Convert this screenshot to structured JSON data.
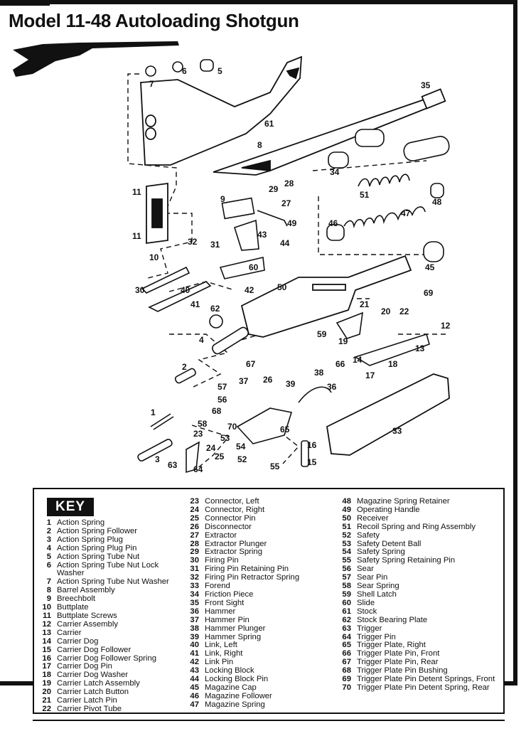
{
  "title": "Model 11-48 Autoloading Shotgun",
  "key": {
    "heading": "KEY",
    "parts": [
      {
        "num": "1",
        "name": "Action Spring"
      },
      {
        "num": "2",
        "name": "Action Spring Follower"
      },
      {
        "num": "3",
        "name": "Action Spring Plug"
      },
      {
        "num": "4",
        "name": "Action Spring Plug Pin"
      },
      {
        "num": "5",
        "name": "Action Spring Tube Nut"
      },
      {
        "num": "6",
        "name": "Action Spring Tube Nut Lock Washer"
      },
      {
        "num": "7",
        "name": "Action Spring Tube Nut Washer"
      },
      {
        "num": "8",
        "name": "Barrel Assembly"
      },
      {
        "num": "9",
        "name": "Breechbolt"
      },
      {
        "num": "10",
        "name": "Buttplate"
      },
      {
        "num": "11",
        "name": "Buttplate Screws"
      },
      {
        "num": "12",
        "name": "Carrier Assembly"
      },
      {
        "num": "13",
        "name": "Carrier"
      },
      {
        "num": "14",
        "name": "Carrier Dog"
      },
      {
        "num": "15",
        "name": "Carrier Dog Follower"
      },
      {
        "num": "16",
        "name": "Carrier Dog Follower Spring"
      },
      {
        "num": "17",
        "name": "Carrier Dog Pin"
      },
      {
        "num": "18",
        "name": "Carrier Dog Washer"
      },
      {
        "num": "19",
        "name": "Carrier Latch Assembly"
      },
      {
        "num": "20",
        "name": "Carrier Latch Button"
      },
      {
        "num": "21",
        "name": "Carrier Latch Pin"
      },
      {
        "num": "22",
        "name": "Carrier Pivot Tube"
      },
      {
        "num": "23",
        "name": "Connector, Left"
      },
      {
        "num": "24",
        "name": "Connector, Right"
      },
      {
        "num": "25",
        "name": "Connector Pin"
      },
      {
        "num": "26",
        "name": "Disconnector"
      },
      {
        "num": "27",
        "name": "Extractor"
      },
      {
        "num": "28",
        "name": "Extractor Plunger"
      },
      {
        "num": "29",
        "name": "Extractor Spring"
      },
      {
        "num": "30",
        "name": "Firing Pin"
      },
      {
        "num": "31",
        "name": "Firing Pin Retaining Pin"
      },
      {
        "num": "32",
        "name": "Firing Pin Retractor Spring"
      },
      {
        "num": "33",
        "name": "Forend"
      },
      {
        "num": "34",
        "name": "Friction Piece"
      },
      {
        "num": "35",
        "name": "Front Sight"
      },
      {
        "num": "36",
        "name": "Hammer"
      },
      {
        "num": "37",
        "name": "Hammer Pin"
      },
      {
        "num": "38",
        "name": "Hammer Plunger"
      },
      {
        "num": "39",
        "name": "Hammer Spring"
      },
      {
        "num": "40",
        "name": "Link, Left"
      },
      {
        "num": "41",
        "name": "Link, Right"
      },
      {
        "num": "42",
        "name": "Link Pin"
      },
      {
        "num": "43",
        "name": "Locking Block"
      },
      {
        "num": "44",
        "name": "Locking Block Pin"
      },
      {
        "num": "45",
        "name": "Magazine Cap"
      },
      {
        "num": "46",
        "name": "Magazine Follower"
      },
      {
        "num": "47",
        "name": "Magazine Spring"
      },
      {
        "num": "48",
        "name": "Magazine Spring Retainer"
      },
      {
        "num": "49",
        "name": "Operating Handle"
      },
      {
        "num": "50",
        "name": "Receiver"
      },
      {
        "num": "51",
        "name": "Recoil Spring and Ring Assembly"
      },
      {
        "num": "52",
        "name": "Safety"
      },
      {
        "num": "53",
        "name": "Safety Detent Ball"
      },
      {
        "num": "54",
        "name": "Safety Spring"
      },
      {
        "num": "55",
        "name": "Safety Spring Retaining Pin"
      },
      {
        "num": "56",
        "name": "Sear"
      },
      {
        "num": "57",
        "name": "Sear Pin"
      },
      {
        "num": "58",
        "name": "Sear Spring"
      },
      {
        "num": "59",
        "name": "Shell Latch"
      },
      {
        "num": "60",
        "name": "Slide"
      },
      {
        "num": "61",
        "name": "Stock"
      },
      {
        "num": "62",
        "name": "Stock Bearing Plate"
      },
      {
        "num": "63",
        "name": "Trigger"
      },
      {
        "num": "64",
        "name": "Trigger Pin"
      },
      {
        "num": "65",
        "name": "Trigger Plate, Right"
      },
      {
        "num": "66",
        "name": "Trigger Plate Pin, Front"
      },
      {
        "num": "67",
        "name": "Trigger Plate Pin, Rear"
      },
      {
        "num": "68",
        "name": "Trigger Plate Pin Bushing"
      },
      {
        "num": "69",
        "name": "Trigger Plate Pin Detent Springs, Front"
      },
      {
        "num": "70",
        "name": "Trigger Plate Pin Detent Spring, Rear"
      }
    ]
  }
}
